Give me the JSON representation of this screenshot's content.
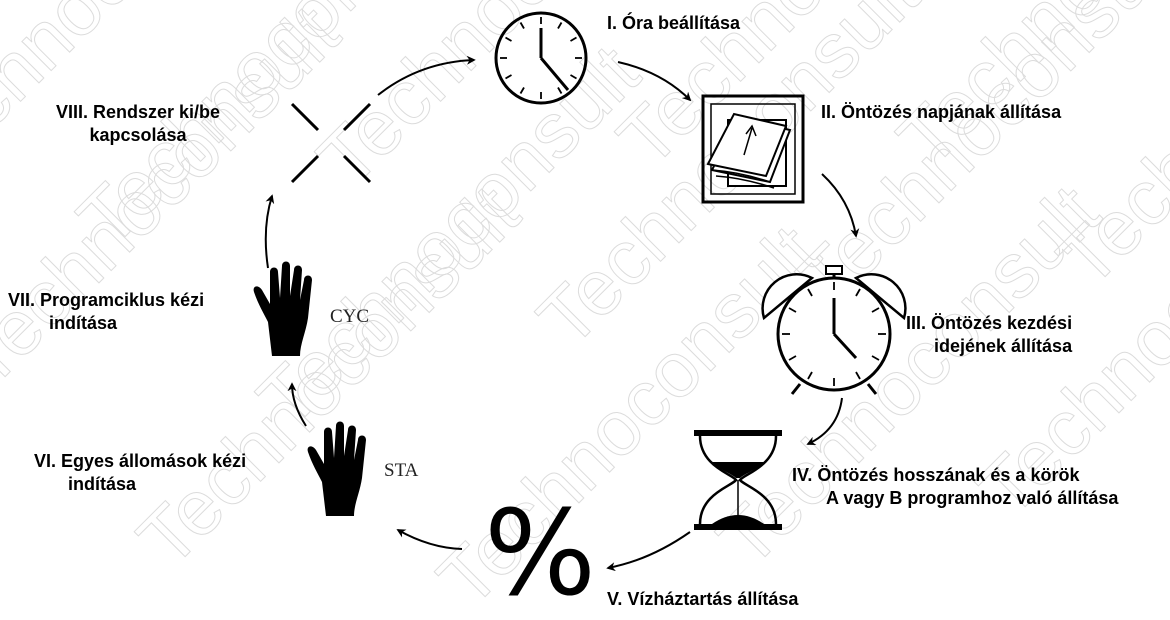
{
  "watermark": "Technoconsult",
  "steps": {
    "s1": {
      "line1": "I. Óra beállítása",
      "icon": "clock-icon"
    },
    "s2": {
      "line1": "II. Öntözés napjának állítása",
      "icon": "calendar-icon"
    },
    "s3": {
      "line1": "III. Öntözés kezdési",
      "line2": "idejének állítása",
      "icon": "alarm-clock-icon"
    },
    "s4": {
      "line1": "IV. Öntözés hosszának  és a körök",
      "line2": "A vagy B programhoz való állítása",
      "icon": "hourglass-icon"
    },
    "s5": {
      "line1": "V. Vízháztartás állítása",
      "icon": "percent-icon",
      "symbol": "%"
    },
    "s6": {
      "line1": "VI. Egyes állomások kézi",
      "line2": "indítása",
      "icon": "hand-icon",
      "hand_label": "STA"
    },
    "s7": {
      "line1": "VII. Programciklus kézi",
      "line2": "indítása",
      "icon": "hand-icon",
      "hand_label": "CYC"
    },
    "s8": {
      "line1": "VIII. Rendszer ki/be",
      "line2": "kapcsolása",
      "icon": "off-x-icon"
    }
  },
  "colors": {
    "ink": "#000000",
    "watermark": "#dcdcdc"
  }
}
